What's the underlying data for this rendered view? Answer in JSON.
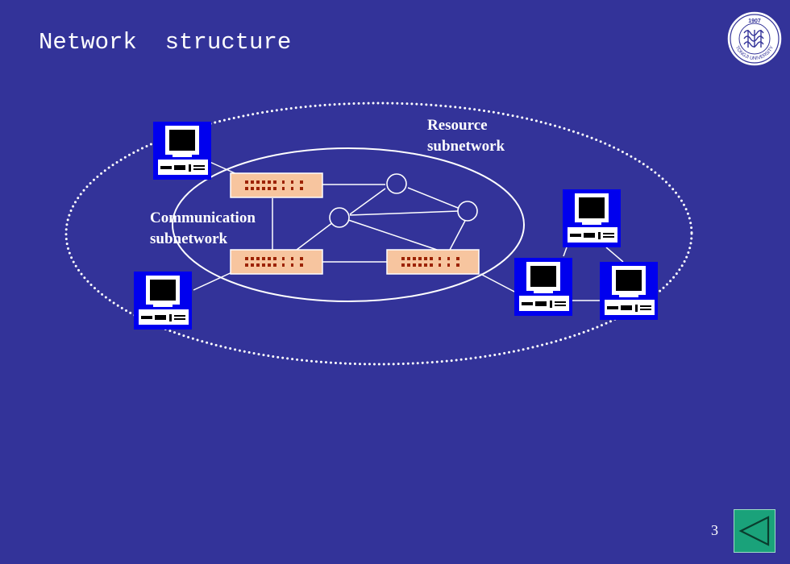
{
  "slide": {
    "title": "Network  structure",
    "page_number": "3",
    "colors": {
      "background": "#333399",
      "line": "#ffffff",
      "switch_fill": "#f7c59f",
      "computer_bg": "#0000ee",
      "back_button": "#1aa27a"
    }
  },
  "logo": {
    "name": "tongji-university-seal",
    "year": "1907",
    "text": "TONGJI UNIVERSITY"
  },
  "diagram": {
    "resource_label_1": "Resource",
    "resource_label_2": "subnetwork",
    "communication_label_1": "Communication",
    "communication_label_2": "subnetwork"
  },
  "navigation": {
    "back_icon": "triangle-left-icon"
  }
}
